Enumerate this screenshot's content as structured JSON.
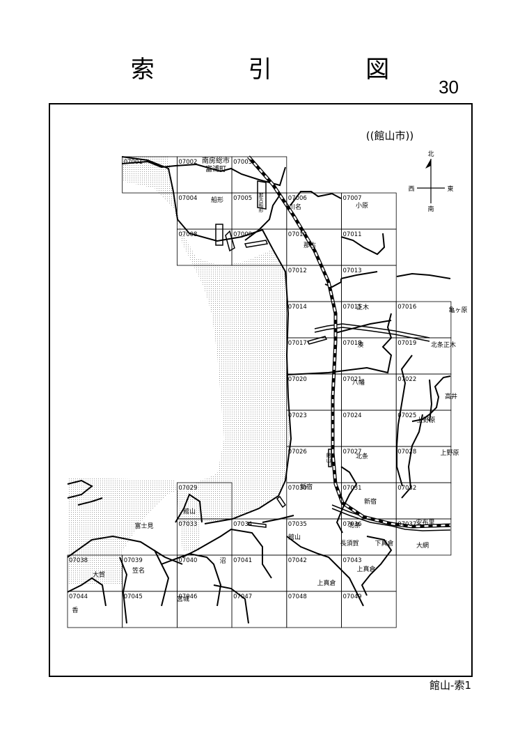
{
  "header": {
    "title": "索 引 図",
    "page_number": "30"
  },
  "map": {
    "city_label": "((館山市))",
    "compass": {
      "north": "北",
      "south": "南",
      "east": "東",
      "west": "西"
    },
    "tiles": [
      {
        "id": "07001",
        "col": 1,
        "row": 0
      },
      {
        "id": "07002",
        "col": 2,
        "row": 0
      },
      {
        "id": "07003",
        "col": 3,
        "row": 0
      },
      {
        "id": "07004",
        "col": 2,
        "row": 1
      },
      {
        "id": "07005",
        "col": 3,
        "row": 1
      },
      {
        "id": "07006",
        "col": 4,
        "row": 1
      },
      {
        "id": "07007",
        "col": 5,
        "row": 1
      },
      {
        "id": "07008",
        "col": 2,
        "row": 2
      },
      {
        "id": "07009",
        "col": 3,
        "row": 2
      },
      {
        "id": "07010",
        "col": 4,
        "row": 2
      },
      {
        "id": "07011",
        "col": 5,
        "row": 2
      },
      {
        "id": "07012",
        "col": 4,
        "row": 3
      },
      {
        "id": "07013",
        "col": 5,
        "row": 3
      },
      {
        "id": "07014",
        "col": 4,
        "row": 4
      },
      {
        "id": "07015",
        "col": 5,
        "row": 4
      },
      {
        "id": "07016",
        "col": 6,
        "row": 4
      },
      {
        "id": "07017",
        "col": 4,
        "row": 5
      },
      {
        "id": "07018",
        "col": 5,
        "row": 5
      },
      {
        "id": "07019",
        "col": 6,
        "row": 5
      },
      {
        "id": "07020",
        "col": 4,
        "row": 6
      },
      {
        "id": "07021",
        "col": 5,
        "row": 6
      },
      {
        "id": "07022",
        "col": 6,
        "row": 6
      },
      {
        "id": "07023",
        "col": 4,
        "row": 7
      },
      {
        "id": "07024",
        "col": 5,
        "row": 7
      },
      {
        "id": "07025",
        "col": 6,
        "row": 7
      },
      {
        "id": "07026",
        "col": 4,
        "row": 8
      },
      {
        "id": "07027",
        "col": 5,
        "row": 8
      },
      {
        "id": "07028",
        "col": 6,
        "row": 8
      },
      {
        "id": "07029",
        "col": 2,
        "row": 9
      },
      {
        "id": "07030",
        "col": 4,
        "row": 9
      },
      {
        "id": "07031",
        "col": 5,
        "row": 9
      },
      {
        "id": "07032",
        "col": 6,
        "row": 9
      },
      {
        "id": "07033",
        "col": 2,
        "row": 10
      },
      {
        "id": "07034",
        "col": 3,
        "row": 10
      },
      {
        "id": "07035",
        "col": 4,
        "row": 10
      },
      {
        "id": "07036",
        "col": 5,
        "row": 10
      },
      {
        "id": "07037",
        "col": 6,
        "row": 10
      },
      {
        "id": "07038",
        "col": 0,
        "row": 11
      },
      {
        "id": "07039",
        "col": 1,
        "row": 11
      },
      {
        "id": "07040",
        "col": 2,
        "row": 11
      },
      {
        "id": "07041",
        "col": 3,
        "row": 11
      },
      {
        "id": "07042",
        "col": 4,
        "row": 11
      },
      {
        "id": "07043",
        "col": 5,
        "row": 11
      },
      {
        "id": "07044",
        "col": 0,
        "row": 12
      },
      {
        "id": "07045",
        "col": 1,
        "row": 12
      },
      {
        "id": "07046",
        "col": 2,
        "row": 12
      },
      {
        "id": "07047",
        "col": 3,
        "row": 12
      },
      {
        "id": "07048",
        "col": 4,
        "row": 12
      },
      {
        "id": "07049",
        "col": 5,
        "row": 12
      }
    ],
    "place_names": [
      {
        "name": "南房総市",
        "kind": "city"
      },
      {
        "name": "富浦町",
        "kind": "city"
      },
      {
        "name": "船形"
      },
      {
        "name": "川名"
      },
      {
        "name": "小原"
      },
      {
        "name": "那古"
      },
      {
        "name": "正木"
      },
      {
        "name": "亀ヶ原"
      },
      {
        "name": "湊"
      },
      {
        "name": "北条正木"
      },
      {
        "name": "八幡"
      },
      {
        "name": "高井"
      },
      {
        "name": "上野原"
      },
      {
        "name": "上野原"
      },
      {
        "name": "北条"
      },
      {
        "name": "新宿"
      },
      {
        "name": "新宿"
      },
      {
        "name": "館山"
      },
      {
        "name": "館山"
      },
      {
        "name": "富士見"
      },
      {
        "name": "北条"
      },
      {
        "name": "安布里"
      },
      {
        "name": "長須賀"
      },
      {
        "name": "下真倉"
      },
      {
        "name": "大網"
      },
      {
        "name": "沼"
      },
      {
        "name": "上真倉"
      },
      {
        "name": "上真倉"
      },
      {
        "name": "大賀"
      },
      {
        "name": "笠名"
      },
      {
        "name": "香"
      },
      {
        "name": "宮城"
      }
    ],
    "rail_labels": [
      {
        "name": "那古船形"
      },
      {
        "name": "館山"
      }
    ]
  },
  "footer": {
    "sheet_label": "館山-索1"
  },
  "colors": {
    "line": "#000000",
    "stipple": "#9a9a9a"
  }
}
